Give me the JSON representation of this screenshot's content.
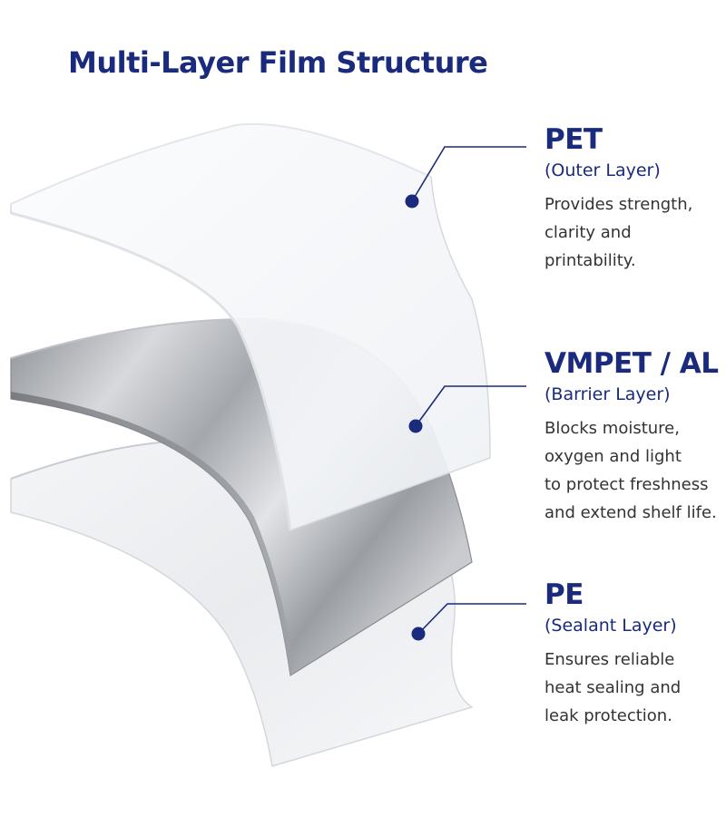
{
  "title": "Multi-Layer Film Structure",
  "colors": {
    "heading": "#1a2a7c",
    "body_text": "#333333",
    "marker": "#1a2a7c"
  },
  "layers": [
    {
      "name": "PET",
      "role": "(Outer Layer)",
      "description": [
        "Provides strength,",
        "clarity and",
        "printability."
      ]
    },
    {
      "name": "VMPET / AL",
      "role": "(Barrier Layer)",
      "description": [
        "Blocks moisture,",
        "oxygen and light",
        "to protect freshness",
        "and extend shelf life."
      ]
    },
    {
      "name": "PE",
      "role": "(Sealant Layer)",
      "description": [
        "Ensures reliable",
        "heat sealing and",
        "leak protection."
      ]
    }
  ]
}
